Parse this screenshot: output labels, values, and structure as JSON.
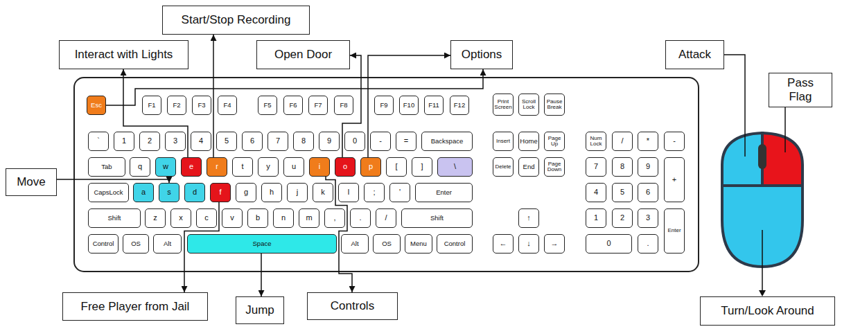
{
  "diagram": {
    "nodes": [
      {
        "text": [
          "Start/Stop Recording"
        ]
      },
      {
        "text": [
          "Interact with Lights"
        ]
      },
      {
        "text": [
          "Open Door"
        ]
      },
      {
        "text": [
          "Options"
        ]
      },
      {
        "text": [
          "Attack"
        ]
      },
      {
        "text": [
          "Pass Flag"
        ]
      },
      {
        "text": [
          "Move"
        ]
      },
      {
        "text": [
          "Esc"
        ]
      },
      {
        "text": [
          "F1"
        ]
      },
      {
        "text": [
          "F2"
        ]
      },
      {
        "text": [
          "F3"
        ]
      },
      {
        "text": [
          "F4"
        ]
      },
      {
        "text": [
          "F5"
        ]
      },
      {
        "text": [
          "F6"
        ]
      },
      {
        "text": [
          "F7"
        ]
      },
      {
        "text": [
          "F8"
        ]
      },
      {
        "text": [
          "F9"
        ]
      },
      {
        "text": [
          "F10"
        ]
      },
      {
        "text": [
          "F11"
        ]
      },
      {
        "text": [
          "F12"
        ]
      },
      {
        "text": [
          "Print Screen"
        ]
      },
      {
        "text": [
          "Scroll Lock"
        ]
      },
      {
        "text": [
          "Pause Break"
        ]
      },
      {
        "text": [
          "`"
        ]
      },
      {
        "text": [
          "1"
        ]
      },
      {
        "text": [
          "2"
        ]
      },
      {
        "text": [
          "3"
        ]
      },
      {
        "text": [
          "4"
        ]
      },
      {
        "text": [
          "5"
        ]
      },
      {
        "text": [
          "6"
        ]
      },
      {
        "text": [
          "7"
        ]
      },
      {
        "text": [
          "8"
        ]
      },
      {
        "text": [
          "9"
        ]
      },
      {
        "text": [
          "0"
        ]
      },
      {
        "text": [
          "-"
        ]
      },
      {
        "text": [
          "="
        ]
      },
      {
        "text": [
          "Backspace"
        ]
      },
      {
        "text": [
          "Insert"
        ]
      },
      {
        "text": [
          "Home"
        ]
      },
      {
        "text": [
          "Page Up"
        ]
      },
      {
        "text": [
          "Num Lock"
        ]
      },
      {
        "text": [
          "/"
        ]
      },
      {
        "text": [
          "*"
        ]
      },
      {
        "text": [
          "-"
        ]
      },
      {
        "text": [
          "Tab"
        ]
      },
      {
        "text": [
          "q"
        ]
      },
      {
        "text": [
          "w"
        ]
      },
      {
        "text": [
          "e"
        ]
      },
      {
        "text": [
          "r"
        ]
      },
      {
        "text": [
          "t"
        ]
      },
      {
        "text": [
          "y"
        ]
      },
      {
        "text": [
          "u"
        ]
      },
      {
        "text": [
          "i"
        ]
      },
      {
        "text": [
          "o"
        ]
      },
      {
        "text": [
          "p"
        ]
      },
      {
        "text": [
          "["
        ]
      },
      {
        "text": [
          "]"
        ]
      },
      {
        "text": [
          "\\"
        ]
      },
      {
        "text": [
          "Delete"
        ]
      },
      {
        "text": [
          "End"
        ]
      },
      {
        "text": [
          "Page Down"
        ]
      },
      {
        "text": [
          "7"
        ]
      },
      {
        "text": [
          "8"
        ]
      },
      {
        "text": [
          "9"
        ]
      },
      {
        "text": [
          "+"
        ]
      },
      {
        "text": [
          "CapsLock"
        ]
      },
      {
        "text": [
          "a"
        ]
      },
      {
        "text": [
          "s"
        ]
      },
      {
        "text": [
          "d"
        ]
      },
      {
        "text": [
          "f"
        ]
      },
      {
        "text": [
          "g"
        ]
      },
      {
        "text": [
          "h"
        ]
      },
      {
        "text": [
          "j"
        ]
      },
      {
        "text": [
          "k"
        ]
      },
      {
        "text": [
          "l"
        ]
      },
      {
        "text": [
          ";"
        ]
      },
      {
        "text": [
          "'"
        ]
      },
      {
        "text": [
          "Enter"
        ]
      },
      {
        "text": [
          "4"
        ]
      },
      {
        "text": [
          "5"
        ]
      },
      {
        "text": [
          "6"
        ]
      },
      {
        "text": [
          "Shift"
        ]
      },
      {
        "text": [
          "z"
        ]
      },
      {
        "text": [
          "x"
        ]
      },
      {
        "text": [
          "c"
        ]
      },
      {
        "text": [
          "v"
        ]
      },
      {
        "text": [
          "b"
        ]
      },
      {
        "text": [
          "n"
        ]
      },
      {
        "text": [
          "m"
        ]
      },
      {
        "text": [
          ","
        ]
      },
      {
        "text": [
          "."
        ]
      },
      {
        "text": [
          "/"
        ]
      },
      {
        "text": [
          "Shift"
        ]
      },
      {
        "text": [
          "↑"
        ]
      },
      {
        "text": [
          "1"
        ]
      },
      {
        "text": [
          "2"
        ]
      },
      {
        "text": [
          "3"
        ]
      },
      {
        "text": [
          "Enter"
        ]
      },
      {
        "text": [
          "Control"
        ]
      },
      {
        "text": [
          "OS"
        ]
      },
      {
        "text": [
          "Alt"
        ]
      },
      {
        "text": [
          "Space"
        ]
      },
      {
        "text": [
          "Alt"
        ]
      },
      {
        "text": [
          "OS"
        ]
      },
      {
        "text": [
          "Menu"
        ]
      },
      {
        "text": [
          "Control"
        ]
      },
      {
        "text": [
          "←"
        ]
      },
      {
        "text": [
          "↓"
        ]
      },
      {
        "text": [
          "→"
        ]
      },
      {
        "text": [
          "0"
        ]
      },
      {
        "text": [
          "."
        ]
      },
      {
        "text": [
          "Free Player from Jail"
        ]
      },
      {
        "text": [
          "Jump"
        ]
      },
      {
        "text": [
          "Controls"
        ]
      },
      {
        "text": [
          "Turn/Look Around"
        ]
      }
    ],
    "edges": [
      {
        "from": 47,
        "to": 1,
        "arrow": "to"
      },
      {
        "from": 48,
        "to": 0,
        "arrow": "to"
      },
      {
        "from": 7,
        "to": 3,
        "arrow": "to"
      },
      {
        "from": 54,
        "to": 3,
        "arrow": "to"
      },
      {
        "from": 53,
        "to": 2,
        "arrow": "to"
      },
      {
        "from": 6,
        "to": 67,
        "arrow": "to"
      },
      {
        "from": 69,
        "to": 111,
        "arrow": "to"
      },
      {
        "from": 101,
        "to": 112,
        "arrow": "to"
      },
      {
        "from": 52,
        "to": 113,
        "arrow": "to"
      }
    ]
  }
}
